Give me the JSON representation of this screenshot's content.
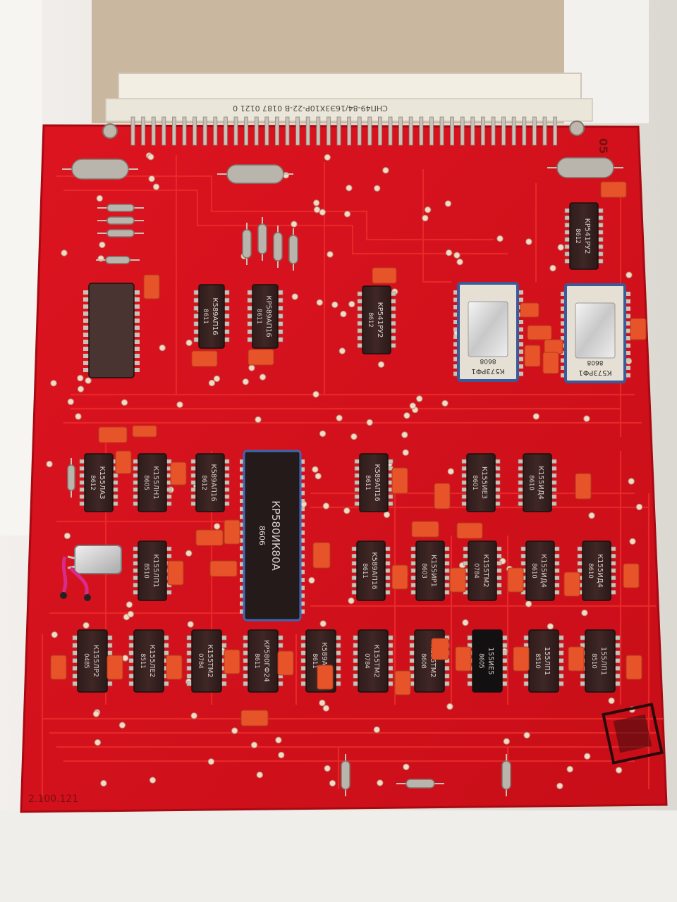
{
  "photo": {
    "connector_marking": "СНП49-84/16Э3Х10Р-22-В 0187 0121 0",
    "board_corner_marking": "05",
    "bottom_marking": "2.100.121"
  },
  "chips": {
    "top_row": [
      {
        "part": "К589АП16",
        "date": "8611"
      },
      {
        "part": "КР589АП16",
        "date": "8611"
      },
      {
        "part": "КР541РУ2",
        "date": "8612"
      },
      {
        "part": "КР541РУ2",
        "date": "8612"
      }
    ],
    "eproms": [
      {
        "part": "К573РФ1",
        "date": "8608"
      },
      {
        "part": "К573РФ1",
        "date": "8608"
      }
    ],
    "cpu": {
      "part": "КР580ИК80А",
      "date": "8606"
    },
    "mid_row": [
      {
        "part": "К155ЛА3",
        "date": "8612"
      },
      {
        "part": "К155ЛН1",
        "date": "8605"
      },
      {
        "part": "К589АП16",
        "date": "8612"
      },
      {
        "part": "К589АП16",
        "date": "8611"
      },
      {
        "part": "К155ИЕ3",
        "date": "8601"
      },
      {
        "part": "К155ИД4",
        "date": "8610"
      }
    ],
    "row3": [
      {
        "part": "К155ЛП1",
        "date": "8510"
      },
      {
        "part": "К589АП16",
        "date": "8611"
      },
      {
        "part": "К155ИР1",
        "date": "8603"
      },
      {
        "part": "К155ТМ2",
        "date": "0784"
      },
      {
        "part": "К155ИД4",
        "date": "8610"
      },
      {
        "part": "К155ИД4",
        "date": "8610"
      }
    ],
    "row4": [
      {
        "part": "К155ЛР2",
        "date": "0485"
      },
      {
        "part": "К155ЛЕ2",
        "date": "8511"
      },
      {
        "part": "К155ТМ2",
        "date": "0784"
      },
      {
        "part": "КР580ГФ24",
        "date": "8611"
      },
      {
        "part": "К589АП16",
        "date": "8611"
      },
      {
        "part": "К155ТМ2",
        "date": "0784"
      },
      {
        "part": "К155ТМ2",
        "date": "8608"
      },
      {
        "part": "155ИЕ5",
        "date": "8605"
      },
      {
        "part": "155ЛП1",
        "date": "8510"
      },
      {
        "part": "155ЛП1",
        "date": "8510"
      }
    ]
  },
  "colors": {
    "background": "#e9e6e2",
    "pcb": "#d8121c",
    "pcb_trace": "#ea2a2a",
    "chip_body": "#3a2422",
    "capacitor": "#e8542a",
    "pin": "#c9c2b8",
    "eprom_ceramic": "#e6e0d4",
    "eprom_border": "#3a5a9a"
  }
}
